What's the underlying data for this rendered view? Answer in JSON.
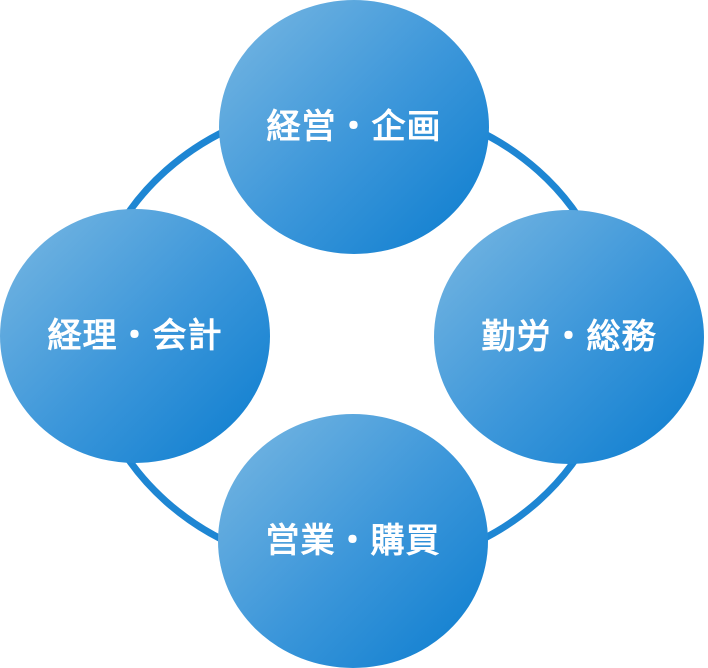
{
  "diagram": {
    "nodes": {
      "top": {
        "label": "経営・企画"
      },
      "left": {
        "label": "経理・会計"
      },
      "right": {
        "label": "勤労・総務"
      },
      "bottom": {
        "label": "営業・購買"
      }
    },
    "colors": {
      "ring": "#1e86d3",
      "circle_light": "#7ab8e2",
      "circle_dark": "#0a7ccf",
      "label": "#ffffff"
    }
  }
}
